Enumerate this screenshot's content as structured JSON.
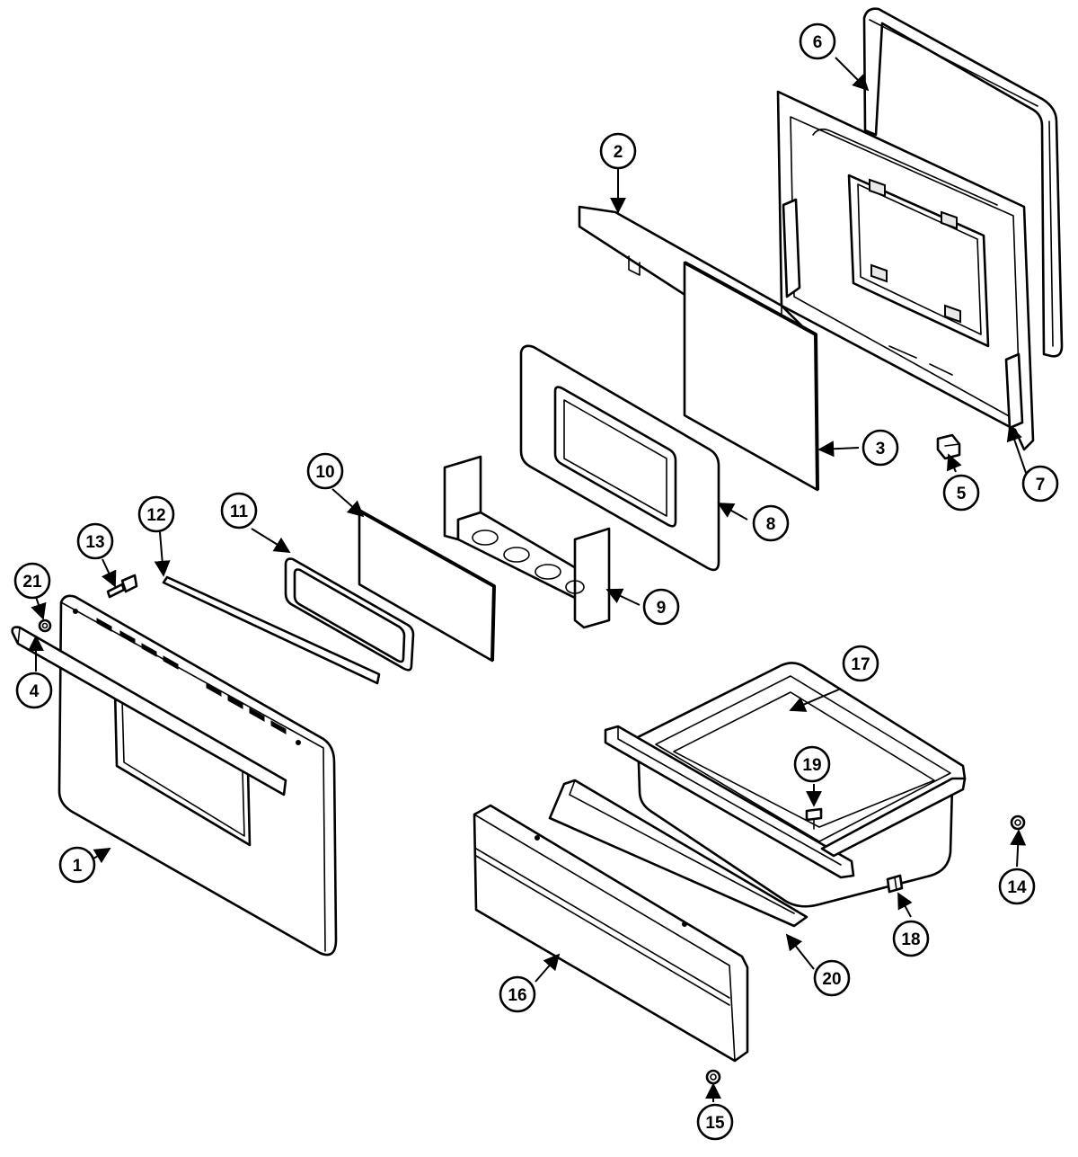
{
  "callouts": [
    {
      "id": "1",
      "label": "1"
    },
    {
      "id": "2",
      "label": "2"
    },
    {
      "id": "3",
      "label": "3"
    },
    {
      "id": "4",
      "label": "4"
    },
    {
      "id": "5",
      "label": "5"
    },
    {
      "id": "6",
      "label": "6"
    },
    {
      "id": "7",
      "label": "7"
    },
    {
      "id": "8",
      "label": "8"
    },
    {
      "id": "9",
      "label": "9"
    },
    {
      "id": "10",
      "label": "10"
    },
    {
      "id": "11",
      "label": "11"
    },
    {
      "id": "12",
      "label": "12"
    },
    {
      "id": "13",
      "label": "13"
    },
    {
      "id": "14",
      "label": "14"
    },
    {
      "id": "15",
      "label": "15"
    },
    {
      "id": "16",
      "label": "16"
    },
    {
      "id": "17",
      "label": "17"
    },
    {
      "id": "18",
      "label": "18"
    },
    {
      "id": "19",
      "label": "19"
    },
    {
      "id": "20",
      "label": "20"
    },
    {
      "id": "21",
      "label": "21"
    }
  ],
  "colors": {
    "line": "#000000",
    "background": "#ffffff"
  }
}
